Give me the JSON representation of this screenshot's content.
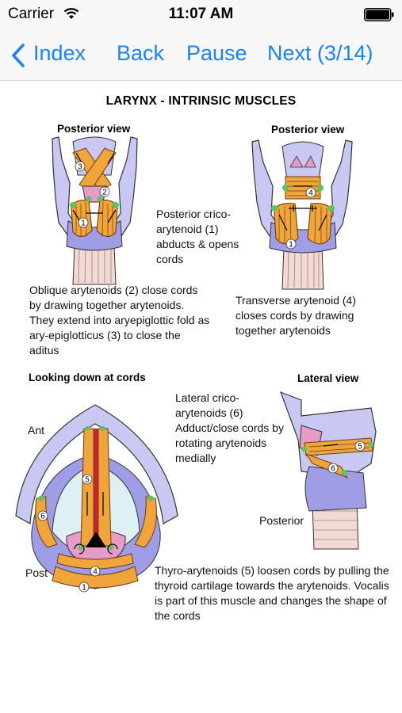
{
  "status_bar": {
    "carrier": "Carrier",
    "time": "11:07 AM"
  },
  "nav": {
    "index_label": "Index",
    "back_label": "Back",
    "pause_label": "Pause",
    "next_label": "Next (3/14)",
    "accent_color": "#1a82fb"
  },
  "page": {
    "title": "LARYNX - INTRINSIC MUSCLES",
    "fig1_label": "Posterior view",
    "fig2_label": "Posterior view",
    "fig3_label": "Looking down at cords",
    "fig4_label": "Lateral view",
    "caption_posterior_crico": "Posterior crico-arytenoid (1) abducts & opens cords",
    "caption_oblique": "Oblique arytenoids (2) close cords by drawing together arytenoids. They extend into aryepiglottic fold as ary-epiglotticus (3) to close the aditus",
    "caption_transverse": "Transverse arytenoid (4) closes cords by drawing together arytenoids",
    "caption_lateral_crico": "Lateral crico-arytenoids (6) Adduct/close cords by rotating arytenoids medially",
    "caption_thyro": "Thyro-arytenoids (5) loosen cords by pulling the thyroid cartilage towards the arytenoids. Vocalis is part of this muscle and changes the shape of the cords",
    "label_ant": "Ant",
    "label_post": "Post",
    "label_posterior": "Posterior",
    "muscle_numbers": [
      "1",
      "2",
      "3",
      "4",
      "5",
      "6"
    ],
    "colors": {
      "cartilage": "#c9c8f2",
      "cartilage_dark": "#9f9de6",
      "muscle": "#f0a53a",
      "muscle_line": "#6b3b10",
      "tendon": "#5cc45a",
      "pink": "#e79bc7",
      "trachea": "#f3d9d4"
    }
  }
}
